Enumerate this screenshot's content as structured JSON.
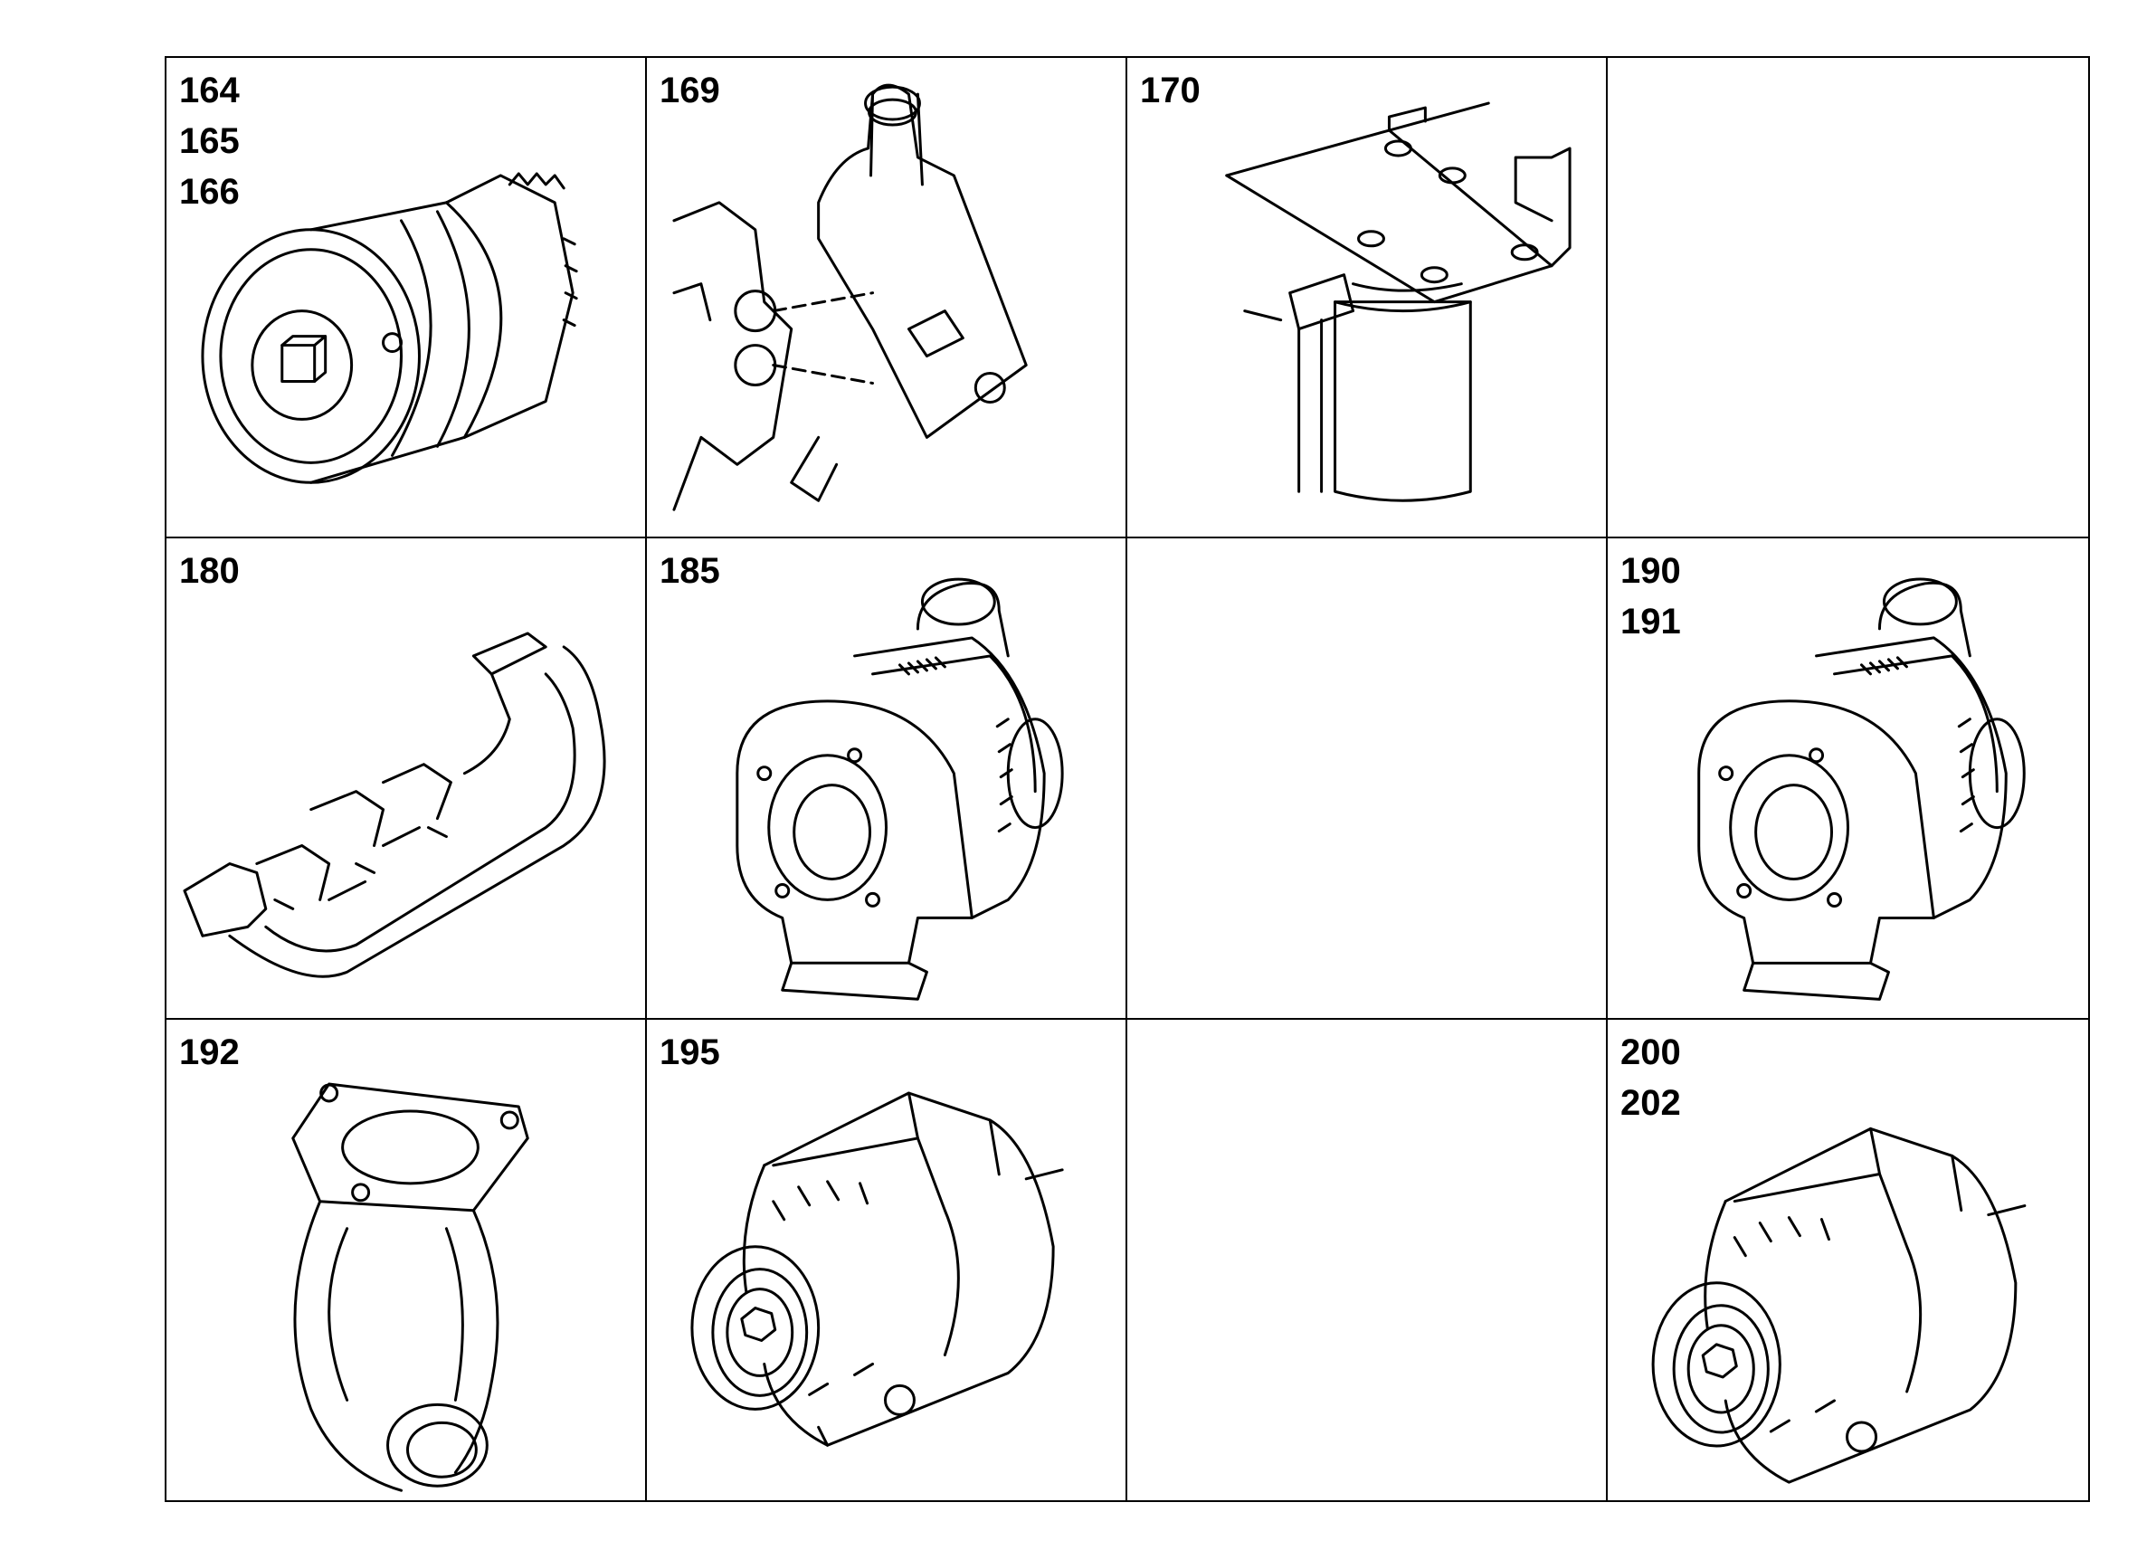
{
  "cells": [
    {
      "labels": [
        "164",
        "165",
        "166"
      ],
      "illustration": "water-pump"
    },
    {
      "labels": [
        "169"
      ],
      "illustration": "thermostat-housing"
    },
    {
      "labels": [
        "170"
      ],
      "illustration": "fuel-filter-bracket"
    },
    {
      "labels": [],
      "illustration": ""
    },
    {
      "labels": [
        "180"
      ],
      "illustration": "exhaust-manifold"
    },
    {
      "labels": [
        "185"
      ],
      "illustration": "turbocharger"
    },
    {
      "labels": [],
      "illustration": ""
    },
    {
      "labels": [
        "190",
        "191"
      ],
      "illustration": "turbocharger"
    },
    {
      "labels": [
        "192"
      ],
      "illustration": "exhaust-elbow-pipe"
    },
    {
      "labels": [
        "195"
      ],
      "illustration": "alternator"
    },
    {
      "labels": [],
      "illustration": ""
    },
    {
      "labels": [
        "200",
        "202"
      ],
      "illustration": "alternator"
    }
  ]
}
